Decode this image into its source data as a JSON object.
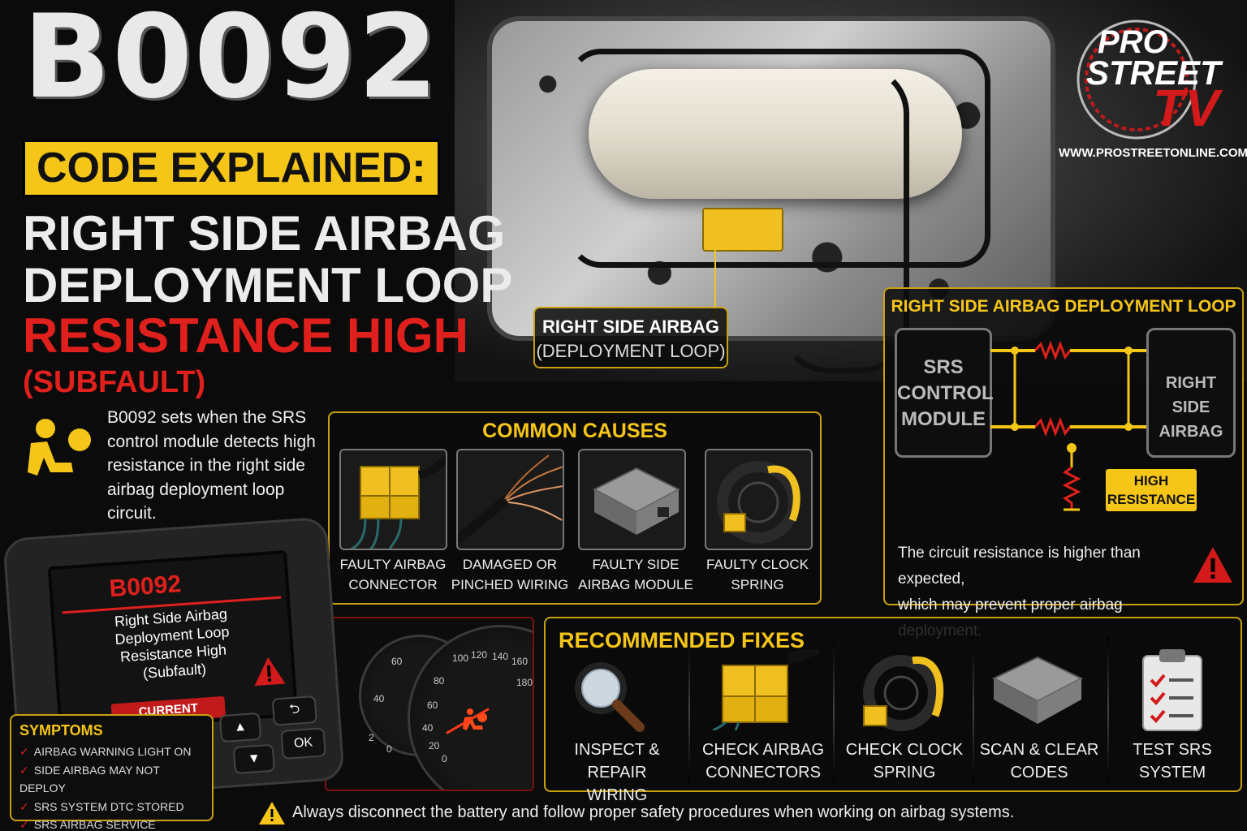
{
  "header": {
    "code": "B0092",
    "explained": "CODE EXPLAINED:",
    "title_line1": "RIGHT SIDE AIRBAG",
    "title_line2": "DEPLOYMENT LOOP",
    "title_line3": "RESISTANCE HIGH",
    "title_line4": "(SUBFAULT)"
  },
  "description": "B0092 sets when the SRS control module detects high resistance in the right side airbag deployment loop circuit.",
  "brand": {
    "pro": "PRO",
    "street": "STREET",
    "tv": "TV",
    "url": "WWW.PROSTREETONLINE.COM"
  },
  "callout": {
    "line1": "RIGHT SIDE AIRBAG",
    "line2": "(DEPLOYMENT LOOP)"
  },
  "loop_diagram": {
    "title": "RIGHT SIDE AIRBAG DEPLOYMENT LOOP",
    "left_box": [
      "SRS",
      "CONTROL",
      "MODULE"
    ],
    "right_box": [
      "RIGHT SIDE",
      "AIRBAG"
    ],
    "badge": [
      "HIGH",
      "RESISTANCE"
    ],
    "note_line1": "The circuit resistance is higher than expected,",
    "note_line2": "which may prevent proper airbag deployment."
  },
  "causes": {
    "title": "COMMON CAUSES",
    "items": [
      {
        "line1": "FAULTY AIRBAG",
        "line2": "CONNECTOR"
      },
      {
        "line1": "DAMAGED OR",
        "line2": "PINCHED WIRING"
      },
      {
        "line1": "FAULTY SIDE",
        "line2": "AIRBAG MODULE"
      },
      {
        "line1": "FAULTY CLOCK",
        "line2": "SPRING"
      }
    ]
  },
  "scanner": {
    "code": "B0092",
    "lines": [
      "Right Side Airbag",
      "Deployment Loop",
      "Resistance High",
      "(Subfault)"
    ],
    "status": "CURRENT",
    "ok": "OK"
  },
  "cluster": {
    "left_ticks": [
      "60",
      "40",
      "2",
      "0"
    ],
    "right_ticks": [
      "100",
      "120",
      "140",
      "160",
      "180",
      "80",
      "60",
      "40",
      "20",
      "0"
    ]
  },
  "symptoms": {
    "title": "SYMPTOMS",
    "items": [
      "AIRBAG WARNING LIGHT ON",
      "SIDE AIRBAG MAY NOT DEPLOY",
      "SRS SYSTEM DTC STORED",
      "SRS AIRBAG SERVICE REQUIRED"
    ]
  },
  "fixes": {
    "title": "RECOMMENDED FIXES",
    "items": [
      {
        "line1": "INSPECT & REPAIR",
        "line2": "WIRING"
      },
      {
        "line1": "CHECK AIRBAG",
        "line2": "CONNECTORS"
      },
      {
        "line1": "CHECK CLOCK",
        "line2": "SPRING"
      },
      {
        "line1": "SCAN & CLEAR",
        "line2": "CODES"
      },
      {
        "line1": "TEST SRS",
        "line2": "SYSTEM"
      }
    ]
  },
  "footer": "Always disconnect the battery and follow proper safety procedures when working on airbag systems.",
  "colors": {
    "accent": "#f5c518",
    "warning": "#e0201c",
    "background": "#0b0b0b"
  },
  "icons": [
    "airbag-warning-icon",
    "warning-triangle-icon",
    "magnifier-icon",
    "connector-icon",
    "clock-spring-icon",
    "module-icon",
    "clipboard-icon",
    "checkmark-icon"
  ]
}
